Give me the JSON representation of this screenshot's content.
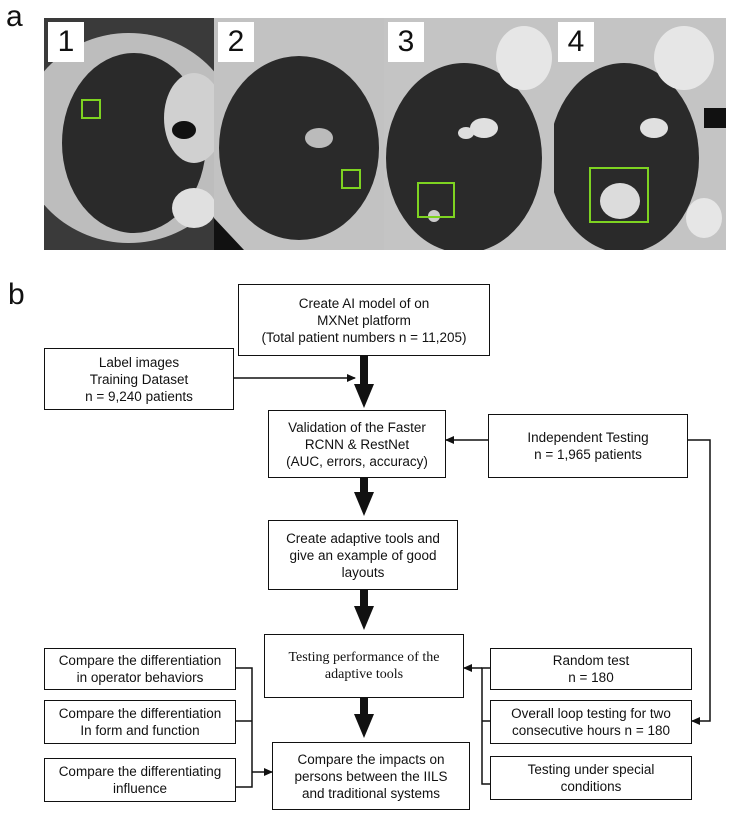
{
  "panel_a": {
    "letter": "a",
    "images": [
      {
        "number": "1"
      },
      {
        "number": "2"
      },
      {
        "number": "3"
      },
      {
        "number": "4"
      }
    ]
  },
  "panel_b": {
    "letter": "b",
    "boxes": {
      "create_model": "Create AI model of on\nMXNet platform\n(Total patient numbers n = 11,205)",
      "label_images": "Label images\nTraining Dataset\nn = 9,240 patients",
      "validation": "Validation of the Faster\nRCNN & RestNet\n(AUC, errors, accuracy)",
      "independent_testing": "Independent Testing\nn = 1,965 patients",
      "adaptive_tools": "Create adaptive tools and\ngive an example of good\nlayouts",
      "testing_performance": "Testing performance of the\nadaptive tools",
      "random_test": "Random test\nn = 180",
      "overall_loop": "Overall loop testing for two\nconsecutive hours n = 180",
      "special_conditions": "Testing under special\nconditions",
      "compare_behaviors": "Compare the differentiation\nin operator behaviors",
      "compare_form": "Compare the differentiation\nIn form and function",
      "compare_influence": "Compare the differentiating\ninfluence",
      "compare_impacts": "Compare the impacts on\npersons between the IILS\nand traditional systems"
    }
  },
  "colors": {
    "highlight_box": "#7ed321",
    "lung": "#2a2a2a",
    "tissue": "#bdbdbd"
  }
}
